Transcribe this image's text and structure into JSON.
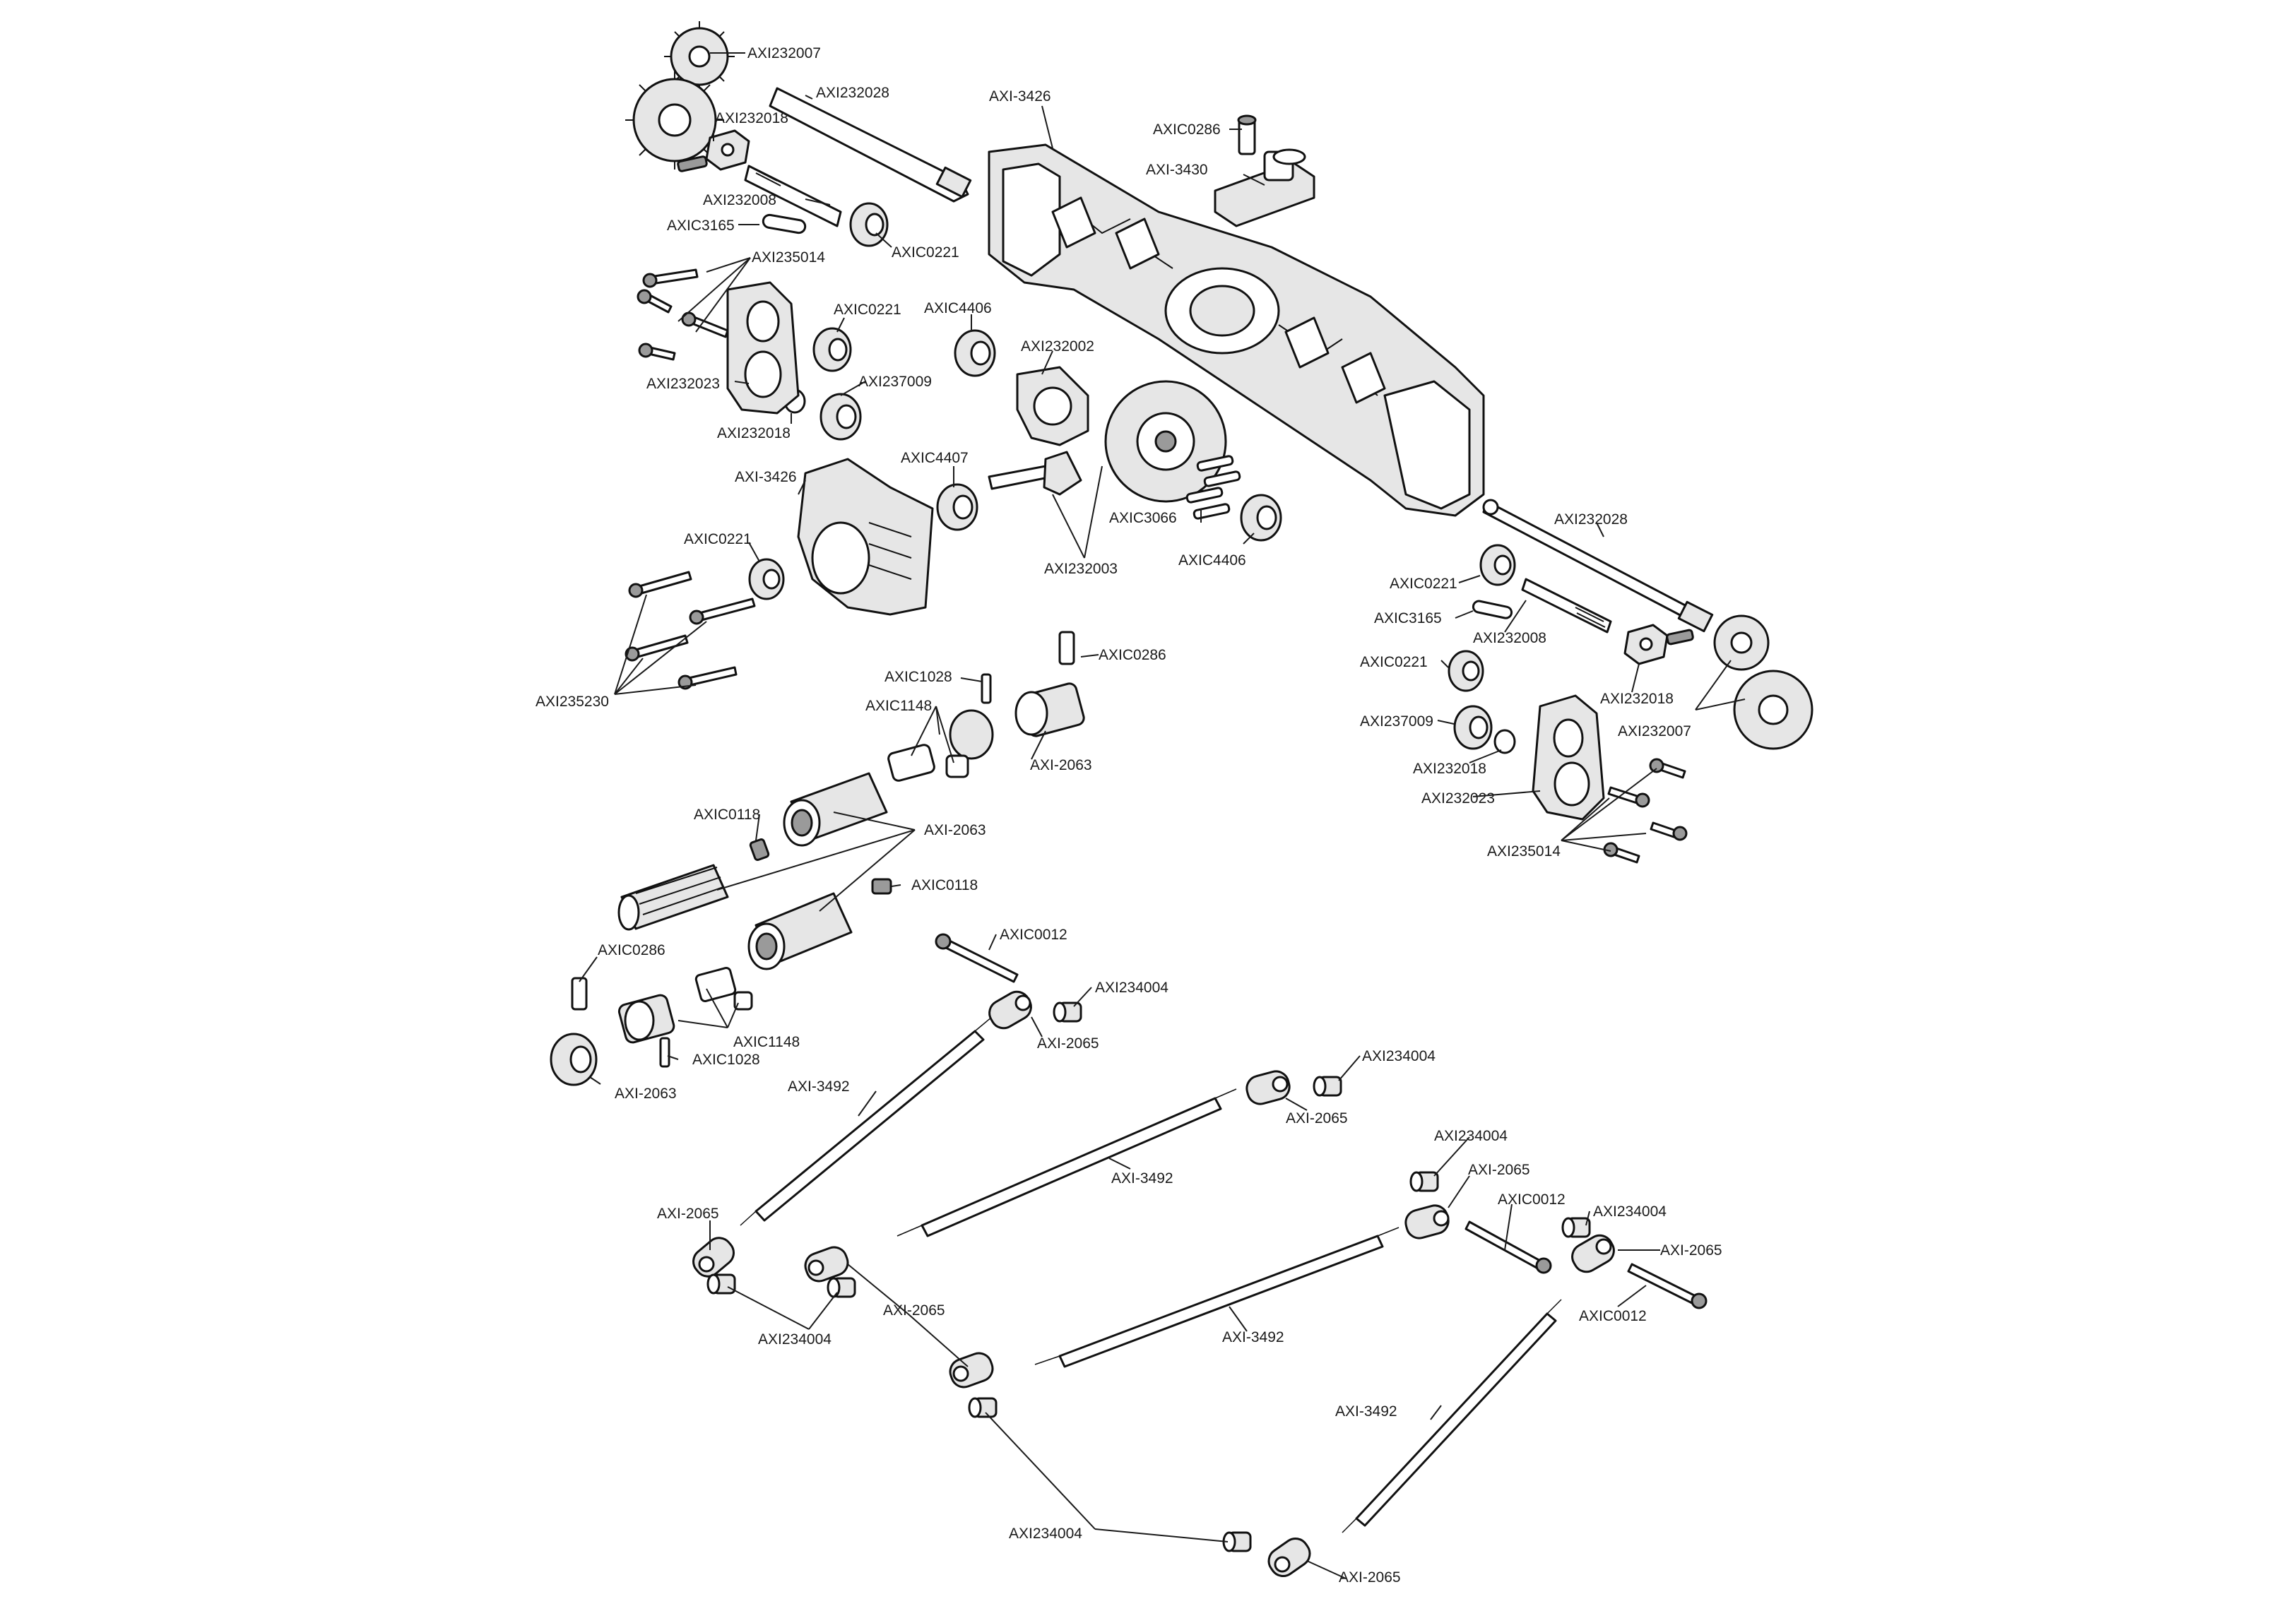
{
  "labels": {
    "l1": "AXI232007",
    "l2": "AXI232028",
    "l3": "AXI232018",
    "l4": "AXI-3426",
    "l5": "AXIC0286",
    "l6": "AXI-3430",
    "l7": "AXI232008",
    "l8": "AXIC3165",
    "l9": "AXIC0221",
    "l10": "AXI235014",
    "l11": "AXIC0221",
    "l12": "AXIC4406",
    "l13": "AXI232002",
    "l14": "AXI232023",
    "l15": "AXI237009",
    "l16": "AXI232018",
    "l17": "AXI-3426",
    "l18": "AXIC4407",
    "l19": "AXIC3066",
    "l20": "AXIC4406",
    "l21": "AXI232003",
    "l22": "AXIC0221",
    "l23": "AXI235230",
    "l24": "AXI232028",
    "l25": "AXIC0221",
    "l26": "AXIC3165",
    "l27": "AXI232008",
    "l28": "AXI232018",
    "l29": "AXIC0221",
    "l30": "AXI232007",
    "l31": "AXI237009",
    "l32": "AXI232018",
    "l33": "AXI232023",
    "l34": "AXI235014",
    "l35": "AXIC1028",
    "l36": "AXIC0286",
    "l37": "AXIC1148",
    "l38": "AXI-2063",
    "l39": "AXIC0118",
    "l40": "AXI-2063",
    "l41": "AXIC0118",
    "l42": "AXIC0286",
    "l43": "AXIC1148",
    "l44": "AXIC1028",
    "l45": "AXI-2063",
    "l46": "AXIC0012",
    "l47": "AXI234004",
    "l48": "AXI-2065",
    "l49": "AXI-3492",
    "l50": "AXI234004",
    "l51": "AXI-2065",
    "l52": "AXI-3492",
    "l53": "AXI234004",
    "l54": "AXI-2065",
    "l55": "AXIC0012",
    "l56": "AXI234004",
    "l57": "AXI-2065",
    "l58": "AXI-2065",
    "l59": "AXIC0012",
    "l60": "AXI-2065",
    "l61": "AXI234004",
    "l62": "AXI-3492",
    "l63": "AXI-3492",
    "l64": "AXI234004",
    "l65": "AXI-2065"
  },
  "colors": {
    "ink": "#111111",
    "shade": "#e6e6e6",
    "dark": "#9a9a9a",
    "paper": "#ffffff"
  }
}
